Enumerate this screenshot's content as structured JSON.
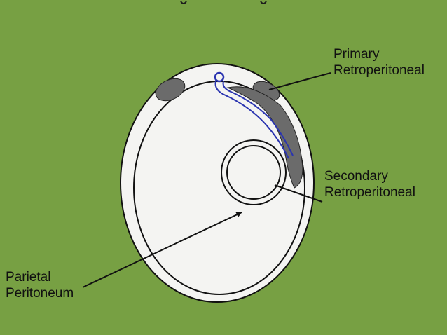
{
  "labels": {
    "primary": {
      "line1": "Primary",
      "line2": "Retroperitoneal"
    },
    "secondary": {
      "line1": "Secondary",
      "line2": "Retroperitoneal"
    },
    "parietal": {
      "line1": "Parietal",
      "line2": "Peritoneum"
    }
  },
  "colors": {
    "background": "#77a043",
    "body_fill": "#f4f4f2",
    "outline": "#111111",
    "organ_fill": "#6b6b6b",
    "mesentery_line": "#2a34b0"
  }
}
